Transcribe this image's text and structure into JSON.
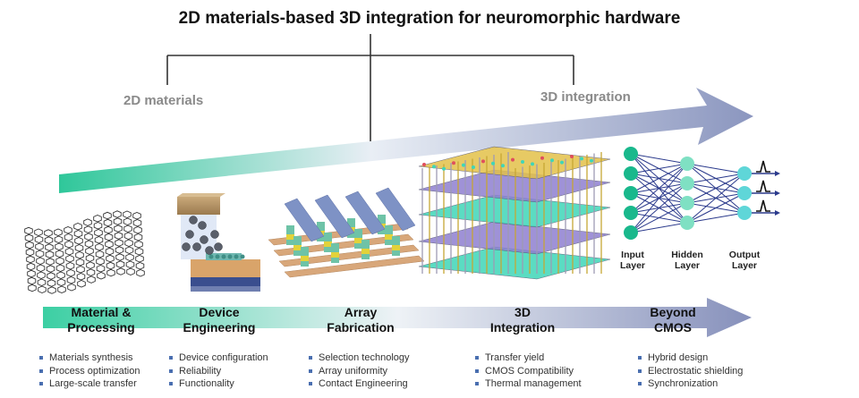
{
  "title": "2D materials-based 3D integration for neuromorphic hardware",
  "branches": {
    "left": "2D materials",
    "right": "3D integration"
  },
  "stages": [
    {
      "label_line1": "Material &",
      "label_line2": "Processing",
      "bullets": [
        "Materials synthesis",
        "Process optimization",
        "Large-scale transfer"
      ]
    },
    {
      "label_line1": "Device",
      "label_line2": "Engineering",
      "bullets": [
        "Device configuration",
        "Reliability",
        "Functionality"
      ]
    },
    {
      "label_line1": "Array",
      "label_line2": "Fabrication",
      "bullets": [
        "Selection technology",
        "Array uniformity",
        "Contact Engineering"
      ]
    },
    {
      "label_line1": "3D",
      "label_line2": "Integration",
      "bullets": [
        "Transfer yield",
        "CMOS Compatibility",
        "Thermal management"
      ]
    },
    {
      "label_line1": "Beyond",
      "label_line2": "CMOS",
      "bullets": [
        "Hybrid design",
        "Electrostatic shielding",
        "Synchronization"
      ]
    }
  ],
  "network": {
    "input_label_1": "Input",
    "input_label_2": "Layer",
    "hidden_label_1": "Hidden",
    "hidden_label_2": "Layer",
    "output_label_1": "Output",
    "output_label_2": "Layer"
  },
  "colors": {
    "arrow_start": "#2fc79a",
    "arrow_end": "#8b96bf",
    "bullet": "#4a6fb0",
    "input_node": "#19b88c",
    "hidden_node": "#7fe0c3",
    "output_node": "#5fd6d8",
    "edge": "#2b3a8c"
  }
}
